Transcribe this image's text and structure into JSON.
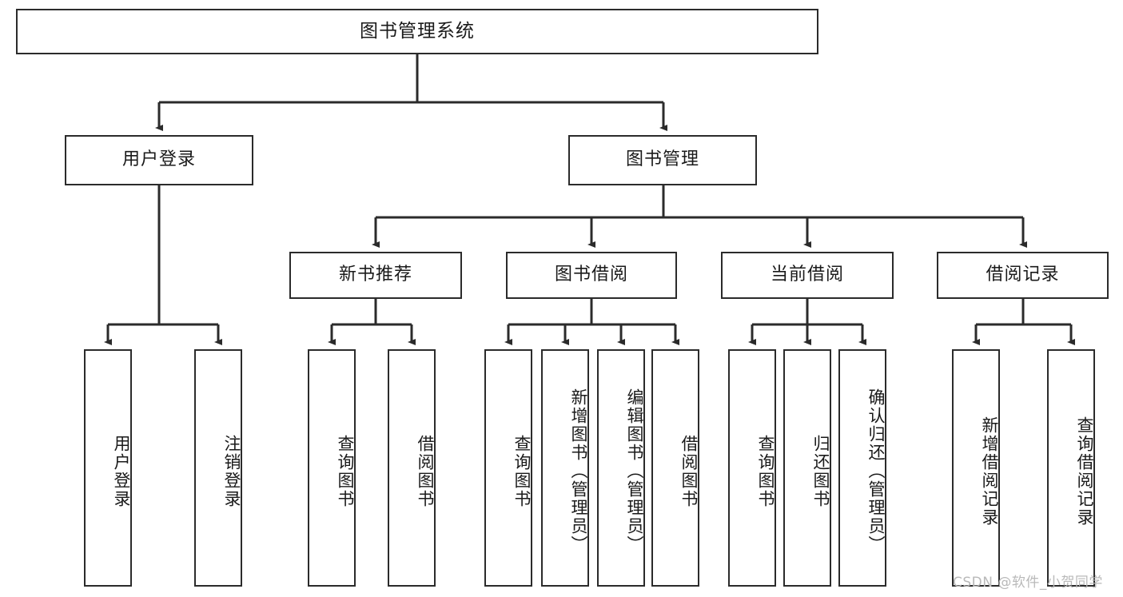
{
  "diagram": {
    "type": "tree-hierarchy-functional-decomposition",
    "title": "图书管理系统",
    "stroke_color": "#2b2b2b",
    "background_color": "#ffffff",
    "text_color": "#1a1a1a"
  },
  "root": {
    "label": "图书管理系统"
  },
  "level2": [
    {
      "label": "用户登录"
    },
    {
      "label": "图书管理"
    }
  ],
  "level3": [
    {
      "label": "新书推荐"
    },
    {
      "label": "图书借阅"
    },
    {
      "label": "当前借阅"
    },
    {
      "label": "借阅记录"
    }
  ],
  "leaves": {
    "user_login": [
      {
        "label": "用户登录"
      },
      {
        "label": "注销登录"
      }
    ],
    "new_book_recommend": [
      {
        "label": "查询图书"
      },
      {
        "label": "借阅图书"
      }
    ],
    "book_borrow": [
      {
        "label": "查询图书"
      },
      {
        "label": "新增图书（管理员）"
      },
      {
        "label": "编辑图书（管理员）"
      },
      {
        "label": "借阅图书"
      }
    ],
    "current_borrow": [
      {
        "label": "查询图书"
      },
      {
        "label": "归还图书"
      },
      {
        "label": "确认归还（管理员）"
      }
    ],
    "borrow_record": [
      {
        "label": "新增借阅记录"
      },
      {
        "label": "查询借阅记录"
      }
    ]
  },
  "watermark": {
    "text": "CSDN @软件_小贺同学"
  }
}
